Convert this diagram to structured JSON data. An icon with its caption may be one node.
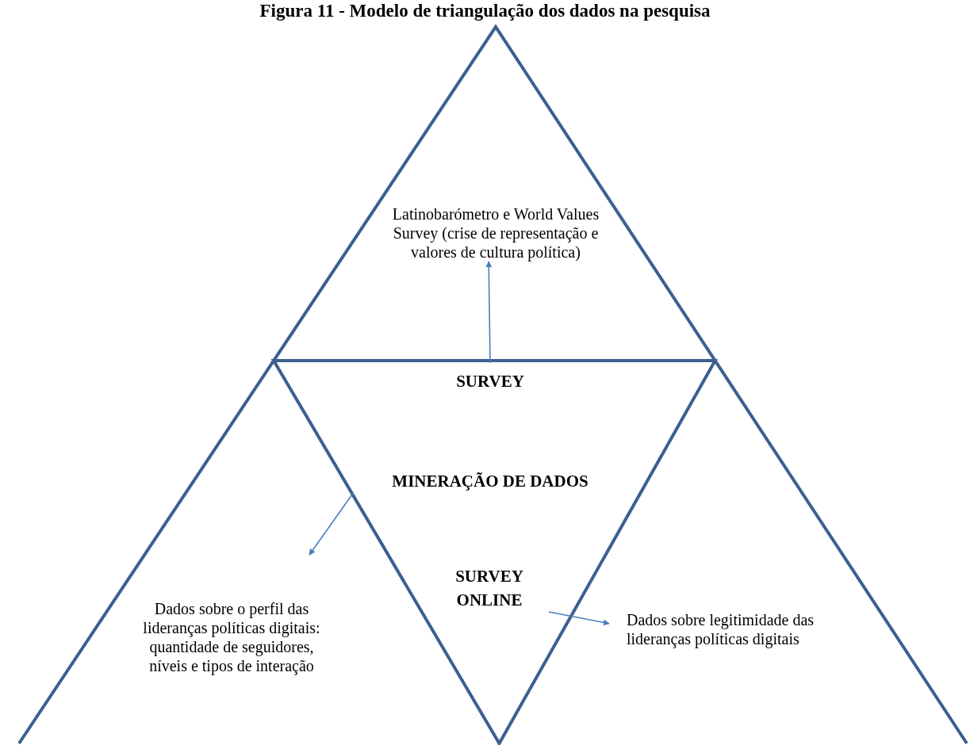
{
  "diagram": {
    "title": "Figura 11 - Modelo de triangulação dos dados na pesquisa",
    "nodes": [
      {
        "text": [
          "Latinobarómetro e World Values Survey (crise de representação e valores de cultura política)"
        ]
      },
      {
        "text": [
          "SURVEY"
        ]
      },
      {
        "text": [
          "MINERAÇÃO DE DADOS"
        ]
      },
      {
        "text": [
          "SURVEY ONLINE"
        ]
      },
      {
        "text": [
          "Dados sobre o perfil das lideranças políticas digitais: quantidade de seguidores, níveis e tipos de interação"
        ]
      },
      {
        "text": [
          "Dados sobre legitimidade das lideranças políticas digitais"
        ]
      }
    ],
    "edges": [
      {
        "from": 1,
        "to": 0,
        "arrow": "to"
      },
      {
        "from": 2,
        "to": 4,
        "arrow": "to"
      },
      {
        "from": 3,
        "to": 5,
        "arrow": "to"
      }
    ]
  }
}
